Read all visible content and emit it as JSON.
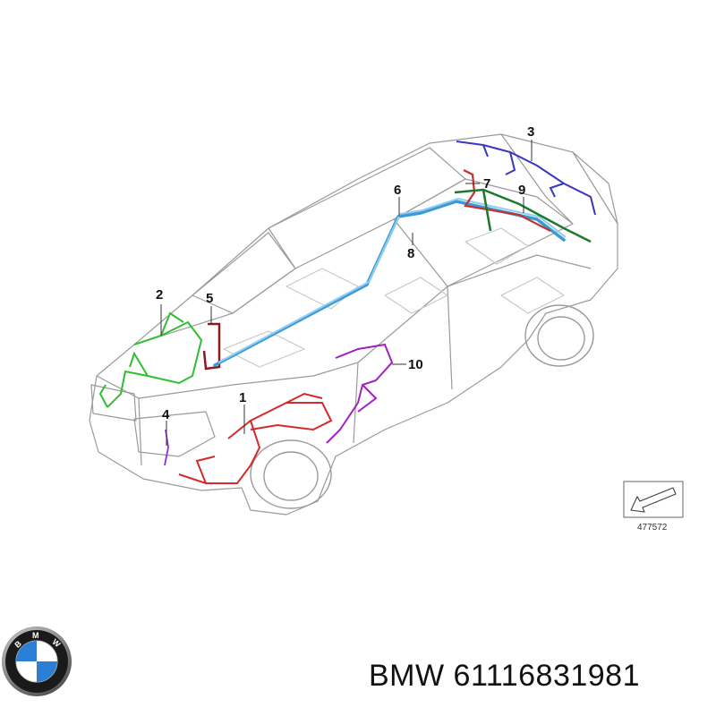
{
  "diagram": {
    "callouts": [
      {
        "id": "1",
        "color": "#d42a2a"
      },
      {
        "id": "2",
        "color": "#2fbf2f"
      },
      {
        "id": "3",
        "color": "#3838c0"
      },
      {
        "id": "4",
        "color": "#8a2be2"
      },
      {
        "id": "5",
        "color": "#8b1a1a"
      },
      {
        "id": "6",
        "color": "#3a9ad9"
      },
      {
        "id": "7",
        "color": "#c43030"
      },
      {
        "id": "8",
        "color": "#8ecdf0"
      },
      {
        "id": "9",
        "color": "#1c7a2a"
      },
      {
        "id": "10",
        "color": "#a020c0"
      }
    ],
    "reference_number": "477572"
  },
  "brand": {
    "logo_letters": "BMW",
    "part_label": "BMW 61116831981"
  }
}
